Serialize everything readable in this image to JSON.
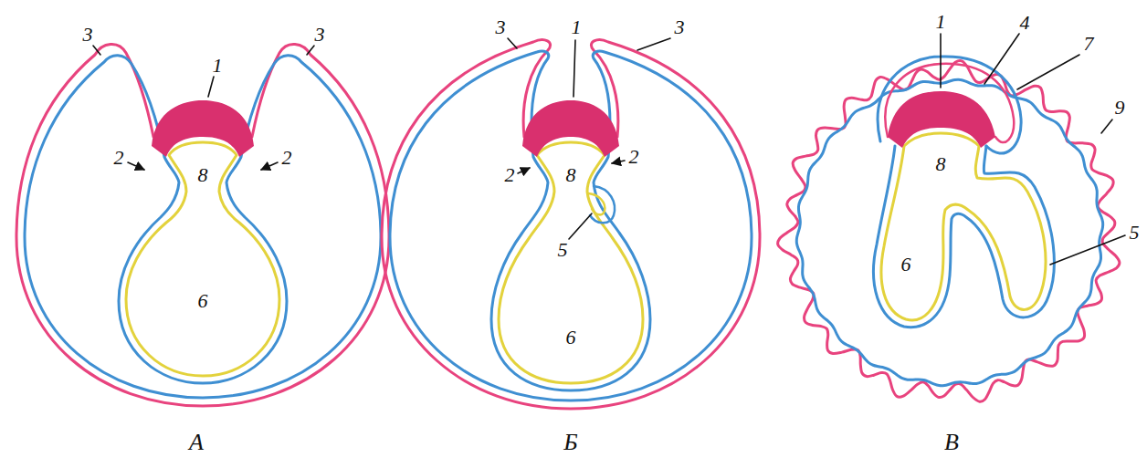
{
  "diagram": {
    "labels": [
      "3",
      "3",
      "1",
      "2",
      "2",
      "8",
      "6",
      "А",
      "3",
      "1",
      "3",
      "2",
      "8",
      "2",
      "5",
      "6",
      "Б",
      "1",
      "4",
      "7",
      "9",
      "8",
      "6",
      "5",
      "В"
    ]
  }
}
